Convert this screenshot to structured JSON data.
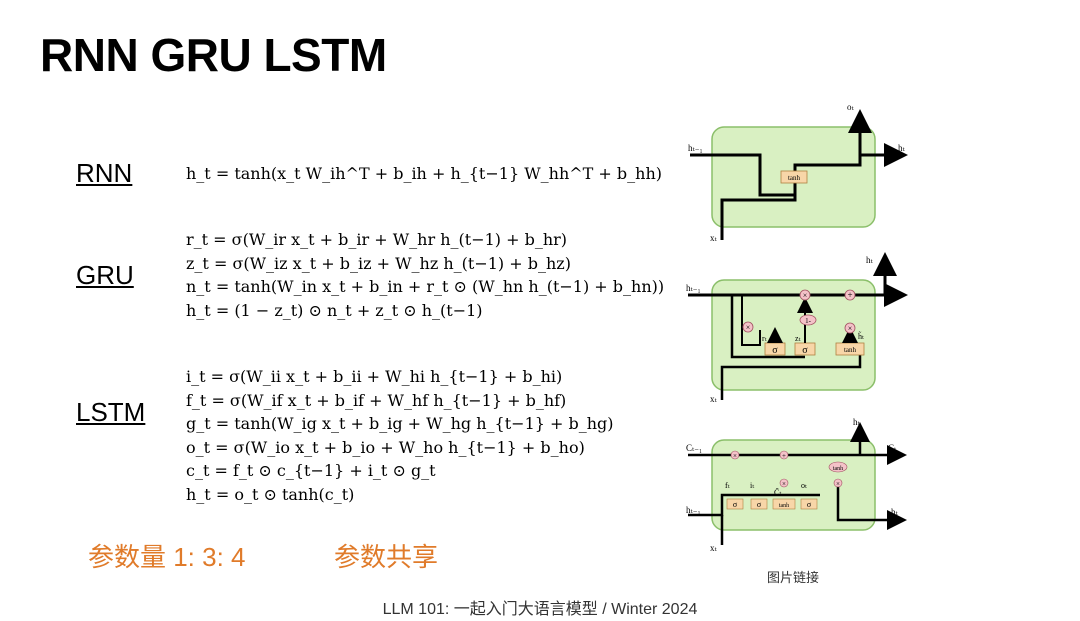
{
  "title": "RNN GRU LSTM",
  "labels": {
    "rnn": "RNN",
    "gru": "GRU",
    "lstm": "LSTM"
  },
  "equations": {
    "rnn": [
      "h_t = tanh(x_t W_ih^T + b_ih + h_{t−1} W_hh^T + b_hh)"
    ],
    "gru": [
      "r_t = σ(W_ir x_t + b_ir + W_hr h_(t−1) + b_hr)",
      "z_t = σ(W_iz x_t + b_iz + W_hz h_(t−1) + b_hz)",
      "n_t = tanh(W_in x_t + b_in + r_t ⊙ (W_hn h_(t−1) + b_hn))",
      "h_t = (1 − z_t) ⊙ n_t + z_t ⊙ h_(t−1)"
    ],
    "lstm": [
      "i_t = σ(W_ii x_t + b_ii + W_hi h_{t−1} + b_hi)",
      "f_t = σ(W_if x_t + b_if + W_hf h_{t−1} + b_hf)",
      "g_t = tanh(W_ig x_t + b_ig + W_hg h_{t−1} + b_hg)",
      "o_t = σ(W_io x_t + b_io + W_ho h_{t−1} + b_ho)",
      "c_t = f_t ⊙ c_{t−1} + i_t ⊙ g_t",
      "h_t = o_t ⊙ tanh(c_t)"
    ]
  },
  "notes": {
    "param_ratio": "参数量 1: 3: 4",
    "param_share": "参数共享"
  },
  "diagram_labels": {
    "rnn": {
      "o_t": "oₜ",
      "h_prev": "hₜ₋₁",
      "h_t": "hₜ",
      "x_t": "xₜ",
      "tanh": "tanh"
    },
    "gru": {
      "h_t": "hₜ",
      "h_prev": "hₜ₋₁",
      "x_t": "xₜ",
      "r_t": "rₜ",
      "z_t": "zₜ",
      "h_tilde": "h̃ₜ",
      "sigma": "σ",
      "tanh": "tanh",
      "times": "×",
      "plus": "+",
      "one_minus": "1-"
    },
    "lstm": {
      "h_t_top": "hₜ",
      "c_prev": "Cₜ₋₁",
      "c_t": "Cₜ",
      "f_t": "fₜ",
      "i_t": "iₜ",
      "C_tilde": "C̃ₜ",
      "o_t": "oₜ",
      "h_prev": "hₜ₋₁",
      "h_t": "hₜ",
      "x_t": "xₜ",
      "sigma": "σ",
      "tanh": "tanh",
      "times": "×",
      "plus": "+"
    }
  },
  "link_label": "图片链接",
  "footer": "LLM 101: 一起入门大语言模型 / Winter 2024",
  "colors": {
    "accent_orange": "#e07b2a",
    "cell_fill": "#d9f0c2",
    "cell_stroke": "#8bbf6a",
    "gate_fill": "#f8d6a8"
  }
}
